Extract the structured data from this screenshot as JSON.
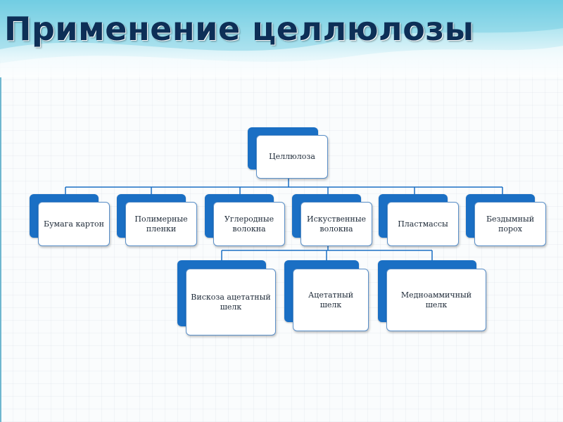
{
  "slide": {
    "title": "Применение целлюлозы"
  },
  "diagram": {
    "root": {
      "label": "Целлюлоза"
    },
    "level1": [
      {
        "label": "Бумага картон"
      },
      {
        "label": "Полимерные пленки"
      },
      {
        "label": "Углеродные волокна"
      },
      {
        "label": "Искуственные волокна"
      },
      {
        "label": "Пластмассы"
      },
      {
        "label": "Бездымный порох"
      }
    ],
    "level2": [
      {
        "label": "Вискоза ацетатный шелк"
      },
      {
        "label": "Ацетатный шелк"
      },
      {
        "label": "Медноаммичный шелк"
      }
    ]
  },
  "colors": {
    "box_back": "#1a6fc4",
    "box_border": "#5a8fc8",
    "connector": "#1a6fc4",
    "title": "#0d2f57"
  }
}
